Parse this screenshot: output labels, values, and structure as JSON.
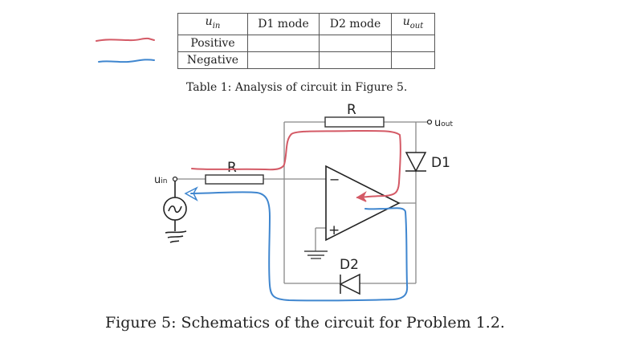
{
  "legend": {
    "positive_color": "#d45a66",
    "negative_color": "#3f86cf"
  },
  "table": {
    "headers": {
      "uin": "u",
      "uin_sub": "in",
      "d1": "D1 mode",
      "d2": "D2 mode",
      "uout": "u",
      "uout_sub": "out"
    },
    "rows": [
      {
        "uin": "Positive",
        "d1": "",
        "d2": "",
        "uout": ""
      },
      {
        "uin": "Negative",
        "d1": "",
        "d2": "",
        "uout": ""
      }
    ],
    "caption": "Table 1: Analysis of circuit in Figure 5."
  },
  "schematic": {
    "labels": {
      "r_feedback": "R",
      "r_input": "R",
      "uin": "u",
      "uin_sub": "in",
      "uout": "u",
      "uout_sub": "out",
      "d1": "D1",
      "d2": "D2",
      "minus": "−",
      "plus": "+"
    },
    "annotations": {
      "red_path": "current path for positive input",
      "blue_path": "current path for negative input"
    }
  },
  "figure": {
    "caption": "Figure 5: Schematics of the circuit for Problem 1.2."
  }
}
